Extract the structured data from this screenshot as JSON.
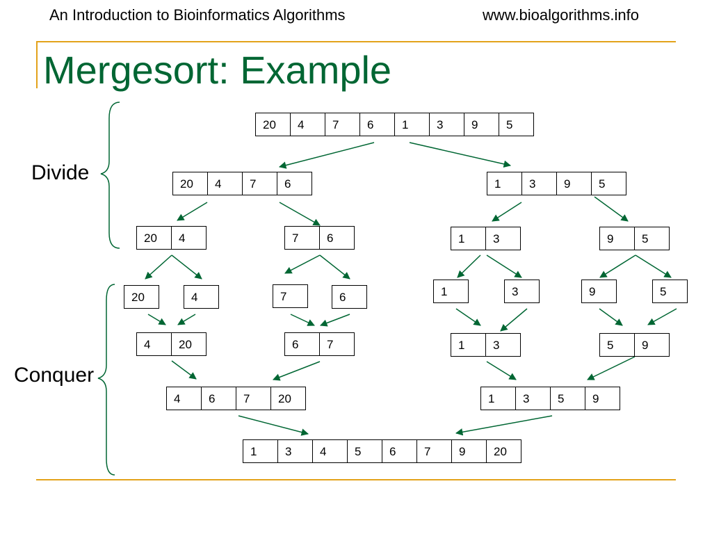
{
  "header": {
    "left": "An Introduction to Bioinformatics Algorithms",
    "right": "www.bioalgorithms.info"
  },
  "title": "Mergesort: Example",
  "labels": {
    "divide": "Divide",
    "conquer": "Conquer"
  },
  "colors": {
    "title": "#006633",
    "arrow": "#006633",
    "rule": "#e3a21a"
  },
  "arrays": [
    {
      "id": "level0",
      "values": [
        20,
        4,
        7,
        6,
        1,
        3,
        9,
        5
      ]
    },
    {
      "id": "divide-l1-a",
      "values": [
        20,
        4,
        7,
        6
      ]
    },
    {
      "id": "divide-l1-b",
      "values": [
        1,
        3,
        9,
        5
      ]
    },
    {
      "id": "divide-l2-a",
      "values": [
        20,
        4
      ]
    },
    {
      "id": "divide-l2-b",
      "values": [
        7,
        6
      ]
    },
    {
      "id": "divide-l2-c",
      "values": [
        1,
        3
      ]
    },
    {
      "id": "divide-l2-d",
      "values": [
        9,
        5
      ]
    },
    {
      "id": "single-20",
      "values": [
        20
      ]
    },
    {
      "id": "single-4",
      "values": [
        4
      ]
    },
    {
      "id": "single-7",
      "values": [
        7
      ]
    },
    {
      "id": "single-6",
      "values": [
        6
      ]
    },
    {
      "id": "single-1",
      "values": [
        1
      ]
    },
    {
      "id": "single-3",
      "values": [
        3
      ]
    },
    {
      "id": "single-9",
      "values": [
        9
      ]
    },
    {
      "id": "single-5",
      "values": [
        5
      ]
    },
    {
      "id": "merge-l1-a",
      "values": [
        4,
        20
      ]
    },
    {
      "id": "merge-l1-b",
      "values": [
        6,
        7
      ]
    },
    {
      "id": "merge-l1-c",
      "values": [
        1,
        3
      ]
    },
    {
      "id": "merge-l1-d",
      "values": [
        5,
        9
      ]
    },
    {
      "id": "merge-l2-a",
      "values": [
        4,
        6,
        7,
        20
      ]
    },
    {
      "id": "merge-l2-b",
      "values": [
        1,
        3,
        5,
        9
      ]
    },
    {
      "id": "result",
      "values": [
        1,
        3,
        4,
        5,
        6,
        7,
        9,
        20
      ]
    }
  ]
}
